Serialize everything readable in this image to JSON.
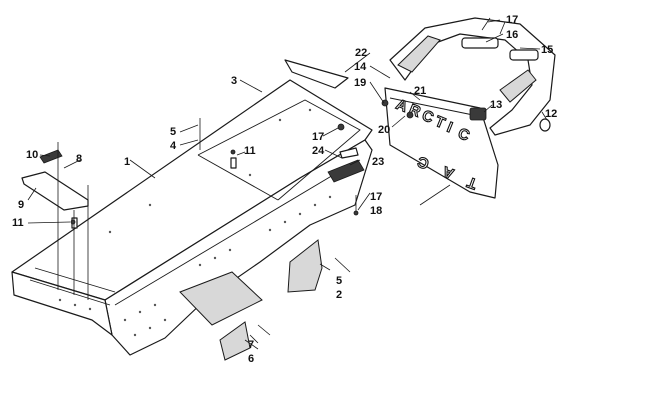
{
  "callouts": [
    {
      "id": "c1",
      "text": "1"
    },
    {
      "id": "c2",
      "text": "2"
    },
    {
      "id": "c3",
      "text": "3"
    },
    {
      "id": "c4",
      "text": "4"
    },
    {
      "id": "c5a",
      "text": "5"
    },
    {
      "id": "c5b",
      "text": "5"
    },
    {
      "id": "c6",
      "text": "6"
    },
    {
      "id": "c7",
      "text": "7"
    },
    {
      "id": "c8",
      "text": "8"
    },
    {
      "id": "c9",
      "text": "9"
    },
    {
      "id": "c10",
      "text": "10"
    },
    {
      "id": "c11a",
      "text": "11"
    },
    {
      "id": "c11b",
      "text": "11"
    },
    {
      "id": "c12",
      "text": "12"
    },
    {
      "id": "c13",
      "text": "13"
    },
    {
      "id": "c14",
      "text": "14"
    },
    {
      "id": "c15",
      "text": "15"
    },
    {
      "id": "c16",
      "text": "16"
    },
    {
      "id": "c17a",
      "text": "17"
    },
    {
      "id": "c17b",
      "text": "17"
    },
    {
      "id": "c17c",
      "text": "17"
    },
    {
      "id": "c18",
      "text": "18"
    },
    {
      "id": "c19",
      "text": "19"
    },
    {
      "id": "c20",
      "text": "20"
    },
    {
      "id": "c21",
      "text": "21"
    },
    {
      "id": "c22",
      "text": "22"
    },
    {
      "id": "c23",
      "text": "23"
    },
    {
      "id": "c24",
      "text": "24"
    }
  ],
  "flap_lettering": [
    "A",
    "R",
    "C",
    "T",
    "I",
    "C",
    "C",
    "A",
    "T"
  ]
}
